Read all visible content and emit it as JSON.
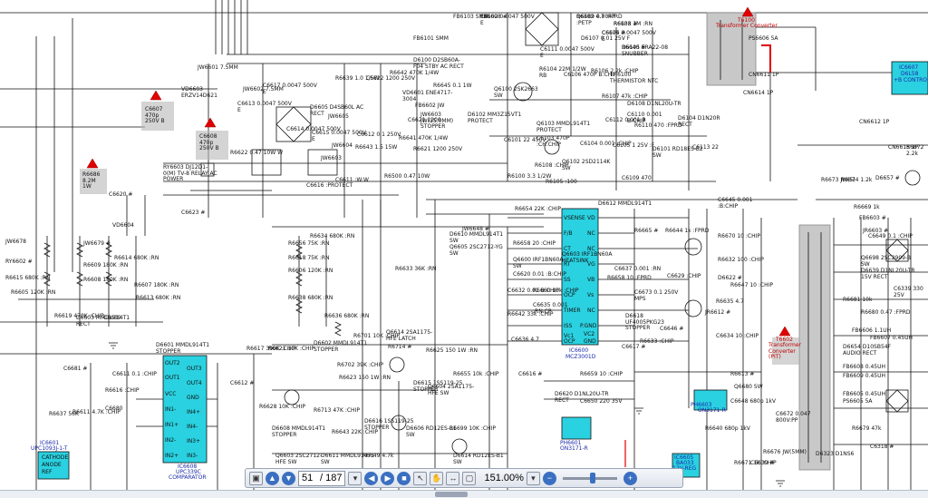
{
  "ic_main": {
    "name": "IC6600",
    "part": "MCZ3001D",
    "pins_left": [
      "VSENSE",
      "F/B",
      "CT",
      "RT",
      "SS",
      "OCP",
      "TIMER",
      "ISS",
      "Vc1",
      "OCP"
    ],
    "pins_right": [
      "VD",
      "NC",
      "NC",
      "VG",
      "VB",
      "Vs",
      "NC",
      "P.GND",
      "VC2",
      "GND"
    ]
  },
  "ic_comp": {
    "name": "IC6608",
    "part": "UPC339C",
    "role": "COMPARATOR",
    "pins_left": [
      "OUT2",
      "OUT1",
      "VCC",
      "IN1-",
      "IN1+",
      "IN2-",
      "IN2+"
    ],
    "pins_right": [
      "OUT3",
      "OUT4",
      "GND",
      "IN4+",
      "IN4-",
      "IN3+",
      "IN3-"
    ]
  },
  "ic_shunt": {
    "name": "IC6601",
    "part": "UPC1093J-1-T",
    "pins": [
      "CATHODE",
      "ANODE",
      "REF"
    ]
  },
  "ph1": {
    "name": "PH6601",
    "part": "ON3171-R"
  },
  "ph2": {
    "name": "PH6603",
    "part": "ON3171-R"
  },
  "ic_reg": {
    "name": "IC6605",
    "part": "BA033",
    "role": "12V-REG"
  },
  "ic_ctrl": {
    "name": "IC6607",
    "part": "D6L58",
    "role": "+B CONTROL"
  },
  "t_main": {
    "name": "T6100",
    "role": "Transformer Converter"
  },
  "t_pit": {
    "name": "T6602",
    "role": "Transformer Converter (PIT)"
  },
  "warn_labels": [
    "C6607 470p 250V B",
    "C6608 470p 250V B",
    "R6686 8.2M 1W"
  ],
  "labels": [
    "R6102 4.7 :FPRD",
    "R6103 1M :RN",
    "C6104 0.0047 500V E",
    "D6105 ERA22-08 SNUBBER",
    "C6102 0.0047 500V E",
    "FB6103 SMM",
    "FB6101 SMM",
    "D6100 D2SB60A-F04 STBY AC RECT",
    "C6111 0.0047 500V E",
    "D6107 0.01 25V F",
    "TH6100 THERMISTOR NTC",
    "R6104 22M 1/2W RB",
    "C6106 470P B:CHIP",
    "R6106 2.2k :CHIP",
    "Q6100 2SK2663 SW",
    "R6107 47k :CHIP",
    "D6108 D1NL20U-TR",
    "C6110 0.001 B:CHIP",
    "D6104 D1N20R RECT",
    "R6110 470 :FPRD",
    "D6101 RD18ES-B2 SW",
    "C6113 22",
    "C6112 0.001 B",
    "D6102 MM3Z15VT1 PROTECT",
    "C6101 22 450V",
    "Q6103 MMDL914T1 PROTECT",
    "C6103 470P :CH:CHIP",
    "Q6102 2SD2114K SW",
    "C6104 0.001 :CHIP",
    "C6105 1 25V :F",
    "C6109 470",
    "R6100 3.3 1/2W",
    "R6105 :100",
    "R6108 :CHIP",
    "JW6601 7.5MM",
    "JW6602 7.5MM",
    "VD6603 ERZV14D621",
    "C6617 0.0047 500V E",
    "C6613 0.0047 500V E",
    "D6605 D4SB60L AC RECT",
    "JW6605",
    "R6639 1.0 1/5W",
    "C6622 1200 250V",
    "R6642 470K 1/4W",
    "VD6601 ENE4717-3004",
    "R6645 0.1 1W",
    "FB6602 JW",
    "C6614 0.0047 500V",
    "C6615 0.0047 500V E",
    "C6612 0.1 250V",
    "R6622 0.47 10W W",
    "RY6603 DJ12D1-0(M) TV-8 RELAY AC POWER",
    "JW6604",
    "R6643 1.5 15W",
    "JW6603",
    "R6621 1200 250V",
    "C6621 1200",
    "R6641 470K 1/4W",
    "C6616 :PROTECT",
    "C6611 :W:W",
    "R6500 0.47 10W",
    "JW6603 JW(15.0MM) STOPPER",
    "C6620 #",
    "C6623 #",
    "VD6604",
    "JW6678",
    "JW6679 #",
    "RY6602 #",
    "R6609 180K :RN",
    "R6615 680K :RN",
    "R6608 180K :RN",
    "R6614 680K :RN",
    "R6607 180K :RN",
    "R6613 680K :RN",
    "D6603 MMDL914T1 RECT",
    "R6619 470K :CHIP",
    "C6609",
    "R6605 120K :RN",
    "R6656 75K :RN",
    "R6618 75K :RN",
    "R6606 120K :RN",
    "R6638 680K :RN",
    "R6636 680K :RN",
    "R6634 680K :RN",
    "R6633 36K :RN",
    "R6637 56K",
    "C6680",
    "C6681 #",
    "R6611 4.7K :CHIP",
    "C6611 0.1 :CHIP",
    "R6616 :CHIP",
    "D6601 MMDL914T1 STOPPER",
    "R6617 390K :CHIP",
    "R6621 10K :CHIP",
    "D6602 MMDL914T1 STOPPER",
    "C6612 #",
    "R6628 10K :CHIP",
    "D6608 MMDL914T1 STOPPER",
    "R6713 47K :CHIP",
    "R6701 10K :CHIP",
    "Q6614 2SA1175-HFE LATCH",
    "R6702 39K :CHIP",
    "R6714 #",
    "R6625 150 1W :RN",
    "R6623 150 1W :RN",
    "D6615 1SS119-25 STOPPER",
    "Q6604 2SA1175-HFE SW",
    "R6655 10k :CHIP",
    "D6616 1SS119-25 STOPPER",
    "R6643 22K :CHIP",
    "R6649 4.7k",
    "D6606 RD12ES-B1 SW",
    "R6699 10K :CHIP",
    "D6614 RD12ES-B1 SW",
    "D6611 MMDL914T1 SW",
    "Q6603 2SC2712-HFE SW",
    "D6610 MMDL914T1 SW",
    "Q6605 2SC2712-YG SW",
    "JW6648 #",
    "D6612 MMDL914T1",
    "R6654 22K :CHIP",
    "R6658 20 :CHIP",
    "Q6600 IRF1BN60A SW",
    "Q6603 IRF1BN60A HEATSINK",
    "R6665 #",
    "R6644 1k :FPRD",
    "C6620 0.01 :B:CHIP",
    "C6632 0.01 B:CHIP",
    "C6637 0.001 :RN",
    "C6629 :CHIP",
    "R6658 10 :FPRD",
    "R6660 10k :CHIP",
    "C6635 0.001 :RN:CP",
    "R6642 33k :CHIP",
    "C6673 0.1 250V MPS",
    "D6618 UF4005PKG23 STOPPER",
    "C6646 #",
    "C6634 10 :CHIP",
    "R6635 4.7",
    "C6636 4.7",
    "R6633 :CHIP",
    "C6617 #",
    "C6616 #",
    "R6659 10 :CHIP",
    "D6620 D1NL20U-TR RECT",
    "C6650 220 35V",
    "C6645 0.001 :B:CHIP",
    "R6670 10 :CHIP",
    "D6622 #",
    "R6632 100 :CHIP",
    "R6647 10 :CHIP",
    "JR6612 #",
    "R6613 #",
    "Q6680 SW",
    "C6648 680p 1kV",
    "R6640 680p 1kV",
    "C6672 0.047 800V:PP",
    "R6676 JW(5MM)",
    "C6639 #",
    "R6671 1k :CHIP",
    "R6674 1.2k",
    "R6672 2.2k",
    "R6673 JW(5)",
    "D6657 #",
    "R6669 1k",
    "FB6603 #",
    "C6649 0.1 :CHIP",
    "JR6603 #",
    "Q6698 2SC2909-B SW",
    "D6639 D1NL20U-TR 15V RECT",
    "R6681 10k",
    "R6680 0.47 :FPRD",
    "FB6606 1.1UH",
    "FB6607 0.45UH",
    "D6654 D10SB54F AUDIO RECT",
    "FB6608 0.45UH",
    "FB6609 0.45UH",
    "FB6605 0.45UH",
    "PS6605 5A",
    "CN6611 1P",
    "CN6612 1P",
    "PS6606 5A",
    "CN6614 1P",
    "CN6615 1P",
    "C6339 330 25V",
    "R6679 47k",
    "C6318 #",
    "D6323 D1NS6",
    "Q6689 0.0047 :PETP",
    "R6638 #",
    "C6675 #",
    "R6640 #",
    "FB6608 #"
  ],
  "viewer": {
    "page_current": "51",
    "page_total": "/ 187",
    "zoom": "151.00%"
  }
}
